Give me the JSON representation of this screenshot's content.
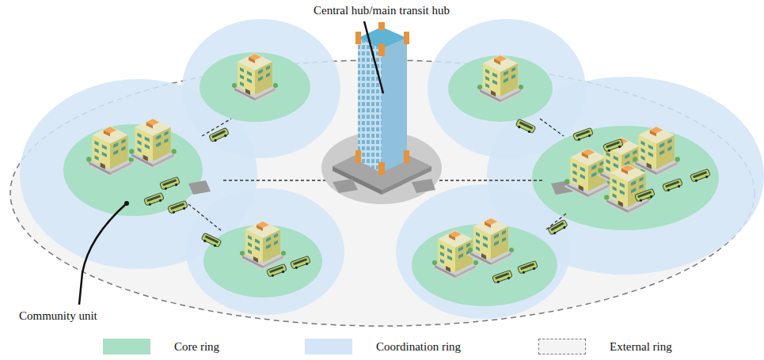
{
  "diagram": {
    "labels": [
      "Central hub/main transit hub",
      "Community unit"
    ],
    "legend": [
      {
        "text": "Core ring",
        "color": "#a9dfc5"
      },
      {
        "text": "Coordination ring",
        "color": "#d4e5f7"
      },
      {
        "text": "External ring"
      }
    ]
  }
}
